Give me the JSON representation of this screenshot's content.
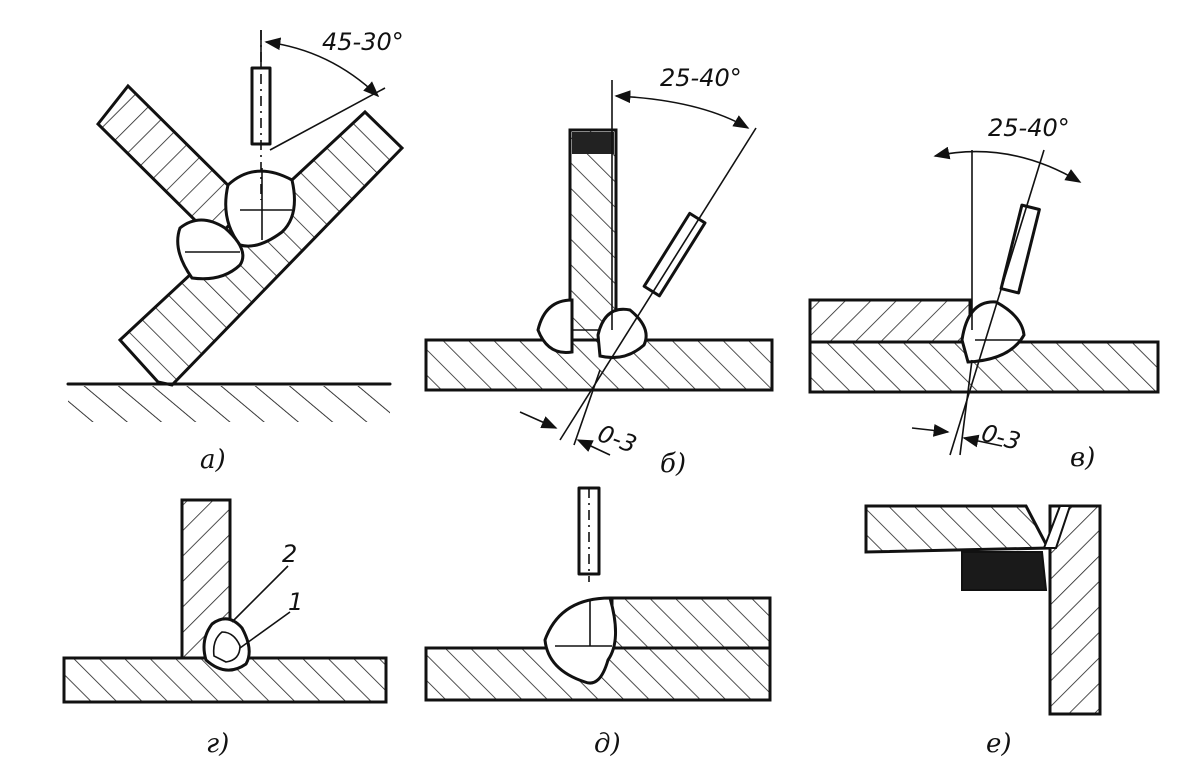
{
  "labels": {
    "a": "а)",
    "b": "б)",
    "v": "в)",
    "g": "г)",
    "d": "д)",
    "e": "е)"
  },
  "dimensions": {
    "angle_a": "45-30°",
    "angle_b": "25-40°",
    "angle_v": "25-40°",
    "gap_b": "0-3",
    "gap_v": "0-3",
    "pass_1": "1",
    "pass_2": "2"
  }
}
